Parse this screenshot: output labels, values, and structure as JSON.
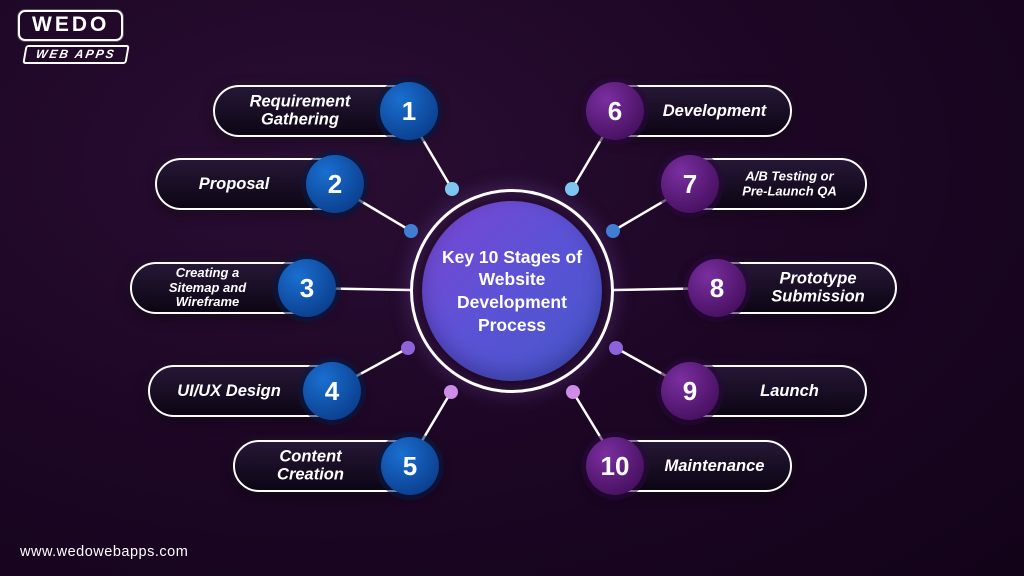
{
  "page": {
    "footer_url": "www.wedowebapps.com"
  },
  "logo": {
    "title": "WEDO",
    "subtitle": "WEB APPS"
  },
  "center_circle": {
    "title": "Key 10 Stages of\nWebsite\nDevelopment\nProcess"
  },
  "colors": {
    "background_dark": "#0d0112",
    "background_glow": "#2a0e33",
    "left_number_circle": "#0b3f8f",
    "right_number_circle": "#471060",
    "center_gradient_start": "#7b46d2",
    "center_gradient_end": "#4456c8",
    "connector_line": "#ffffff",
    "dot_light_blue": "#7ec8f2",
    "dot_blue": "#3f7fd4",
    "dot_purple": "#8f63d9",
    "dot_violet": "#cf8fe8"
  },
  "stages": [
    {
      "number": "1",
      "label": "Requirement\nGathering"
    },
    {
      "number": "2",
      "label": "Proposal"
    },
    {
      "number": "3",
      "label": "Creating a\nSitemap and\nWireframe"
    },
    {
      "number": "4",
      "label": "UI/UX Design"
    },
    {
      "number": "5",
      "label": "Content\nCreation"
    },
    {
      "number": "6",
      "label": "Development"
    },
    {
      "number": "7",
      "label": "A/B Testing or\nPre-Launch QA"
    },
    {
      "number": "8",
      "label": "Prototype\nSubmission"
    },
    {
      "number": "9",
      "label": "Launch"
    },
    {
      "number": "10",
      "label": "Maintenance"
    }
  ]
}
